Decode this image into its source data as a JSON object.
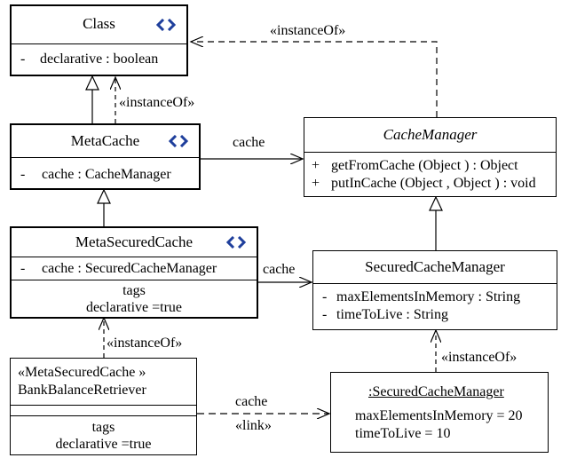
{
  "class_box": {
    "name": "Class",
    "attribute_visibility": "-",
    "attribute": "declarative : boolean"
  },
  "metacache_box": {
    "name": "MetaCache",
    "attribute_visibility": "-",
    "attribute": "cache : CacheManager"
  },
  "metasecured_box": {
    "name": "MetaSecuredCache",
    "attribute_visibility": "-",
    "attribute": "cache : SecuredCacheManager",
    "tags_label": "tags",
    "tag_value": "declarative =true"
  },
  "cachemanager_box": {
    "name": "CacheManager",
    "operations": [
      {
        "visibility": "+",
        "text": "getFromCache (Object ) : Object"
      },
      {
        "visibility": "+",
        "text": "putInCache (Object , Object ) : void"
      }
    ]
  },
  "securedcachemanager_box": {
    "name": "SecuredCacheManager",
    "attributes": [
      {
        "visibility": "-",
        "text": "maxElementsInMemory  : String"
      },
      {
        "visibility": "-",
        "text": "timeToLive : String"
      }
    ]
  },
  "bank_box": {
    "stereotype": "«MetaSecuredCache »",
    "name": "BankBalanceRetriever",
    "tags_label": "tags",
    "tag_value": "declarative =true"
  },
  "instance_box": {
    "name": ":SecuredCacheManager",
    "slots": [
      "maxElementsInMemory   = 20",
      "timeToLive  = 10"
    ]
  },
  "labels": {
    "instance_of_top": "«instanceOf»",
    "instance_of_class": "«instanceOf»",
    "instance_of_bank": "«instanceOf»",
    "instance_of_scm": "«instanceOf»",
    "cache_meta": "cache",
    "cache_secured": "cache",
    "cache_link": "cache",
    "link_stereotype": "«link»"
  },
  "colors": {
    "metaclass_icon": "#1f3f9c",
    "line": "#000000",
    "background": "#ffffff"
  },
  "icons": {
    "metaclass_marker": "angle-brackets-icon"
  }
}
